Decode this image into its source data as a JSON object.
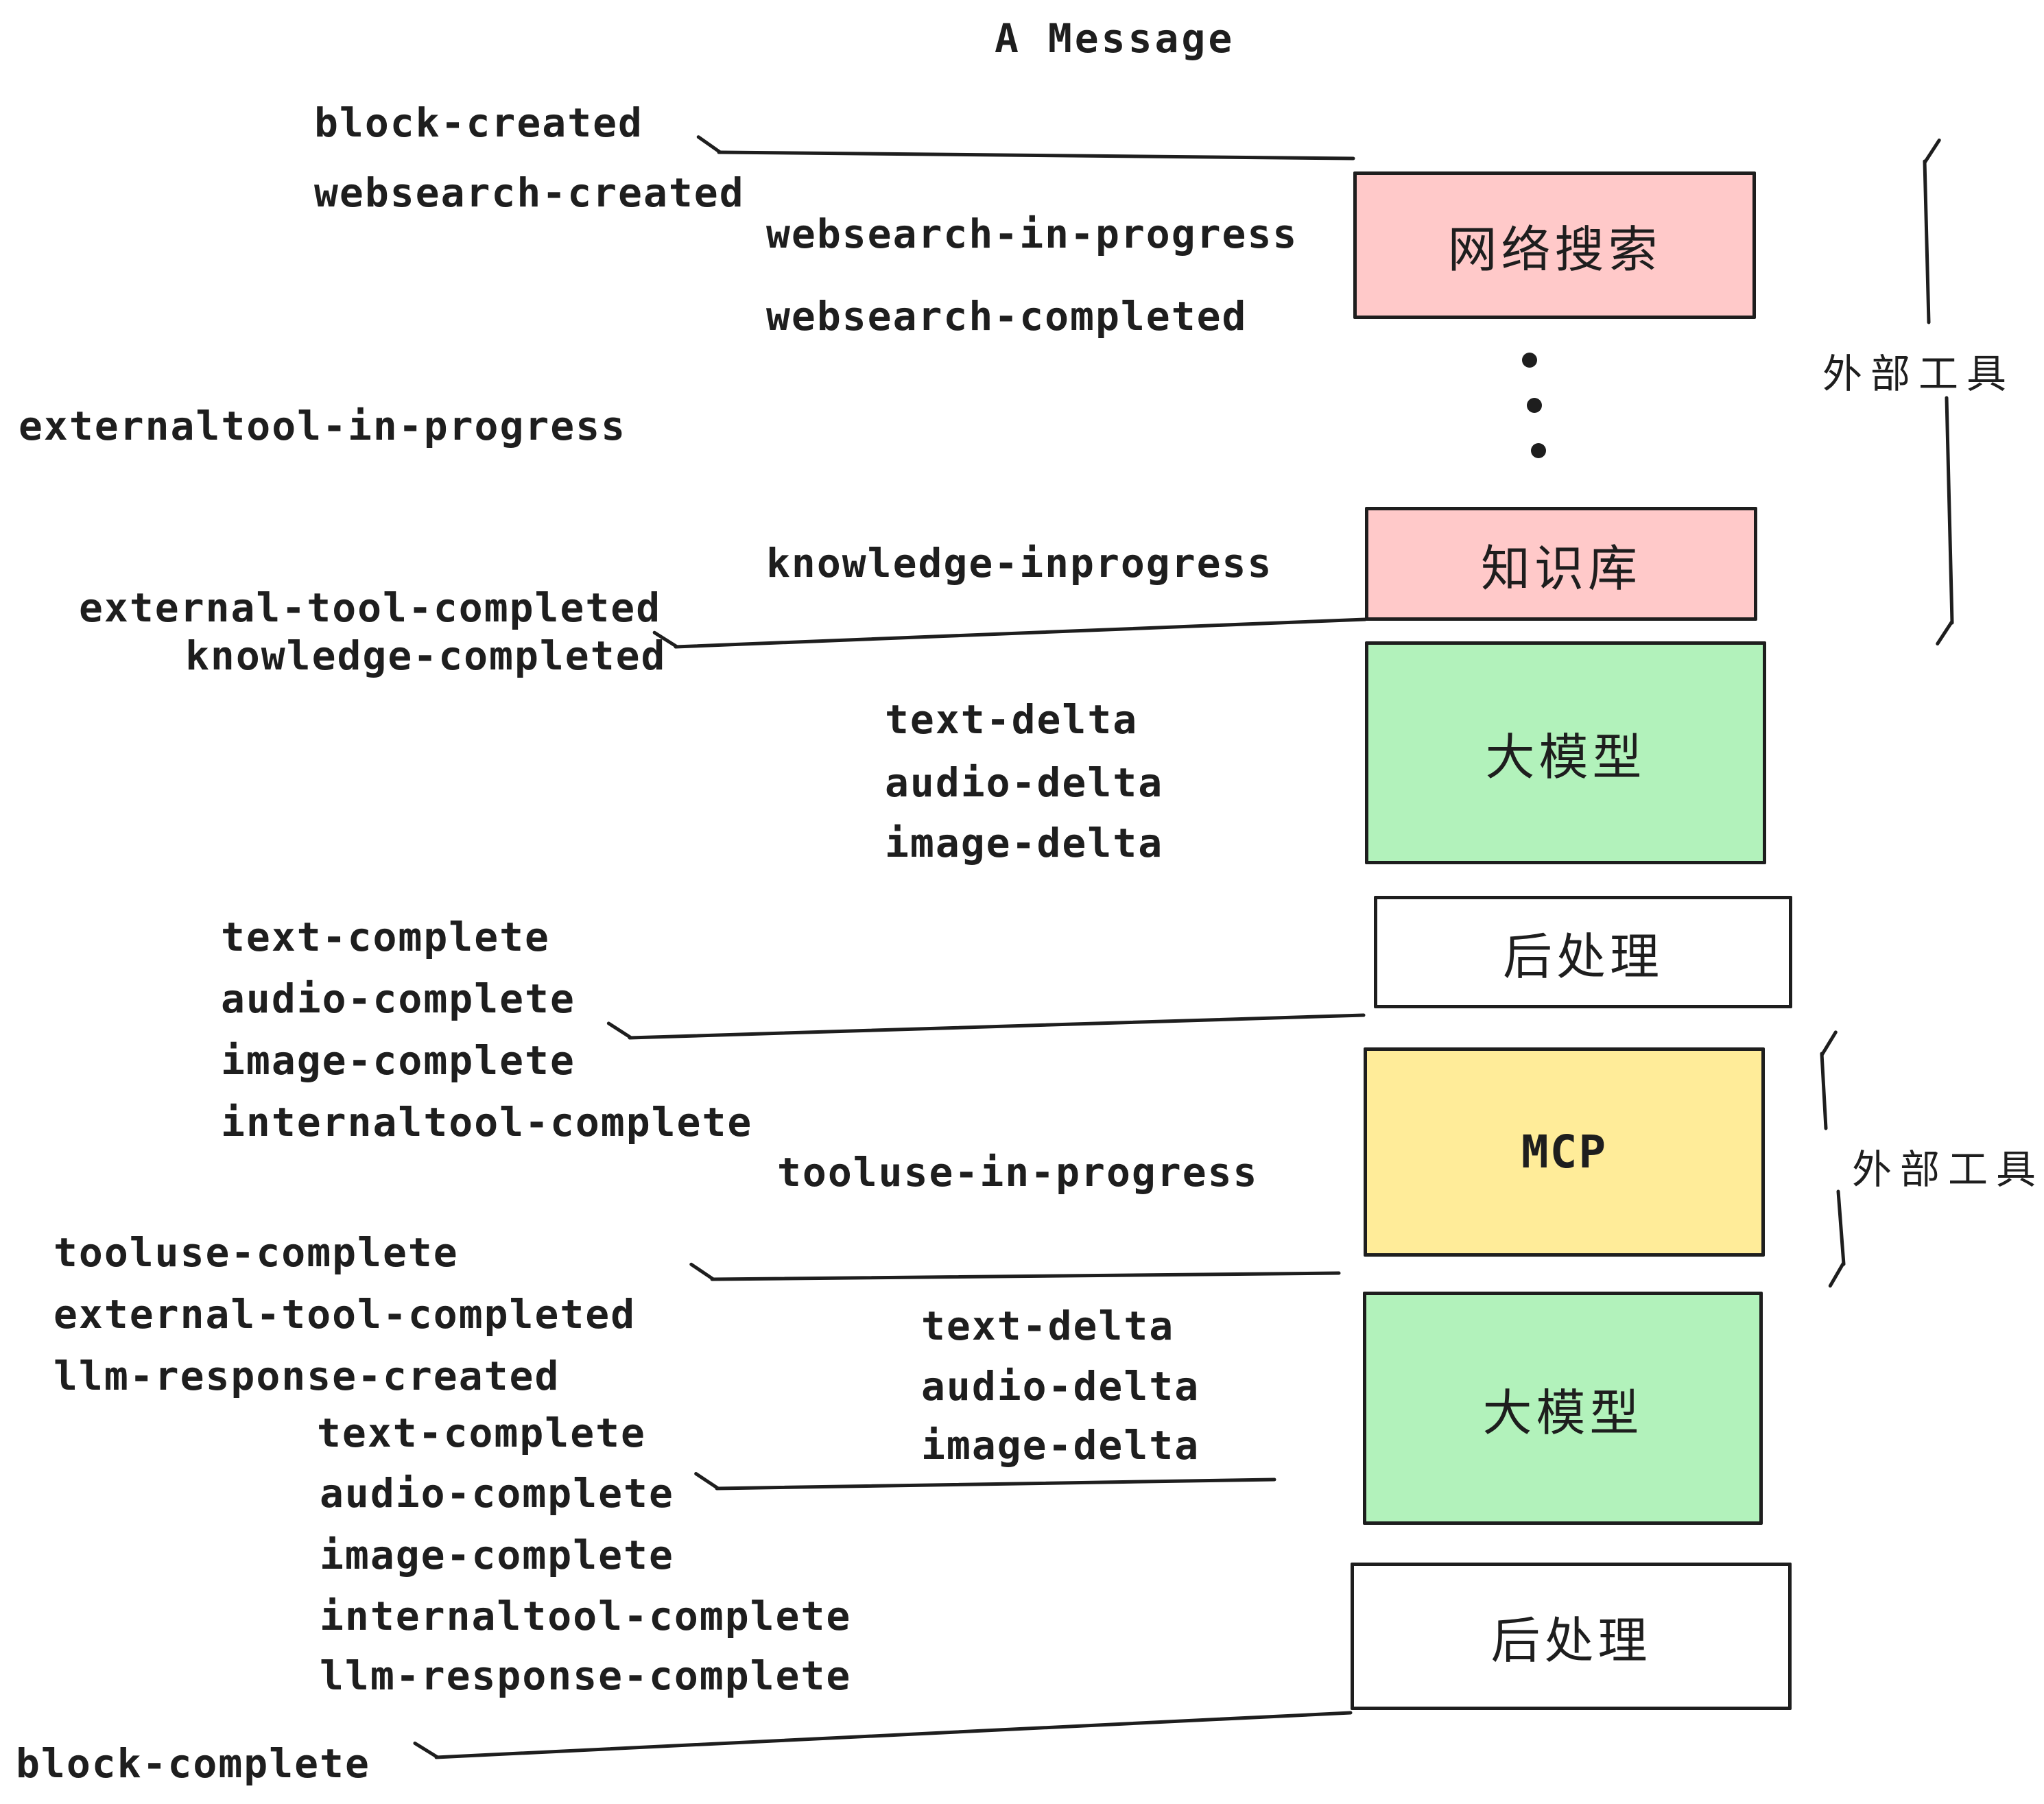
{
  "title": "A Message",
  "events": {
    "block_created": "block-created",
    "websearch_created": "websearch-created",
    "websearch_in_progress": "websearch-in-progress",
    "websearch_completed": "websearch-completed",
    "externaltool_in_progress": "externaltool-in-progress",
    "knowledge_inprogress": "knowledge-inprogress",
    "external_tool_completed": "external-tool-completed",
    "knowledge_completed": "knowledge-completed",
    "text_delta": "text-delta",
    "audio_delta": "audio-delta",
    "image_delta": "image-delta",
    "text_complete": "text-complete",
    "audio_complete": "audio-complete",
    "image_complete": "image-complete",
    "internaltool_complete": "internaltool-complete",
    "tooluse_in_progress": "tooluse-in-progress",
    "tooluse_complete": "tooluse-complete",
    "external_tool_completed_2": "external-tool-completed",
    "llm_response_created": "llm-response-created",
    "text_delta_2": "text-delta",
    "audio_delta_2": "audio-delta",
    "image_delta_2": "image-delta",
    "text_complete_2": "text-complete",
    "audio_complete_2": "audio-complete",
    "image_complete_2": "image-complete",
    "internaltool_complete_2": "internaltool-complete",
    "llm_response_complete": "llm-response-complete",
    "block_complete": "block-complete"
  },
  "boxes": {
    "websearch": {
      "label": "网络搜索",
      "fill": "#ffc9c9"
    },
    "knowledge": {
      "label": "知识库",
      "fill": "#ffc9c9"
    },
    "llm_top": {
      "label": "大模型",
      "fill": "#b2f2bb"
    },
    "post_top": {
      "label": "后处理",
      "fill": "#ffffff"
    },
    "mcp": {
      "label": "MCP",
      "fill": "#ffec99"
    },
    "llm_bottom": {
      "label": "大模型",
      "fill": "#b2f2bb"
    },
    "post_bottom": {
      "label": "后处理",
      "fill": "#ffffff"
    }
  },
  "side_labels": {
    "external_tools_top": "外部工具",
    "external_tools_bottom": "外部工具"
  },
  "colors": {
    "stroke": "#1e1e1e",
    "pink": "#ffc9c9",
    "green": "#b2f2bb",
    "yellow": "#ffec99",
    "background": "#ffffff"
  }
}
